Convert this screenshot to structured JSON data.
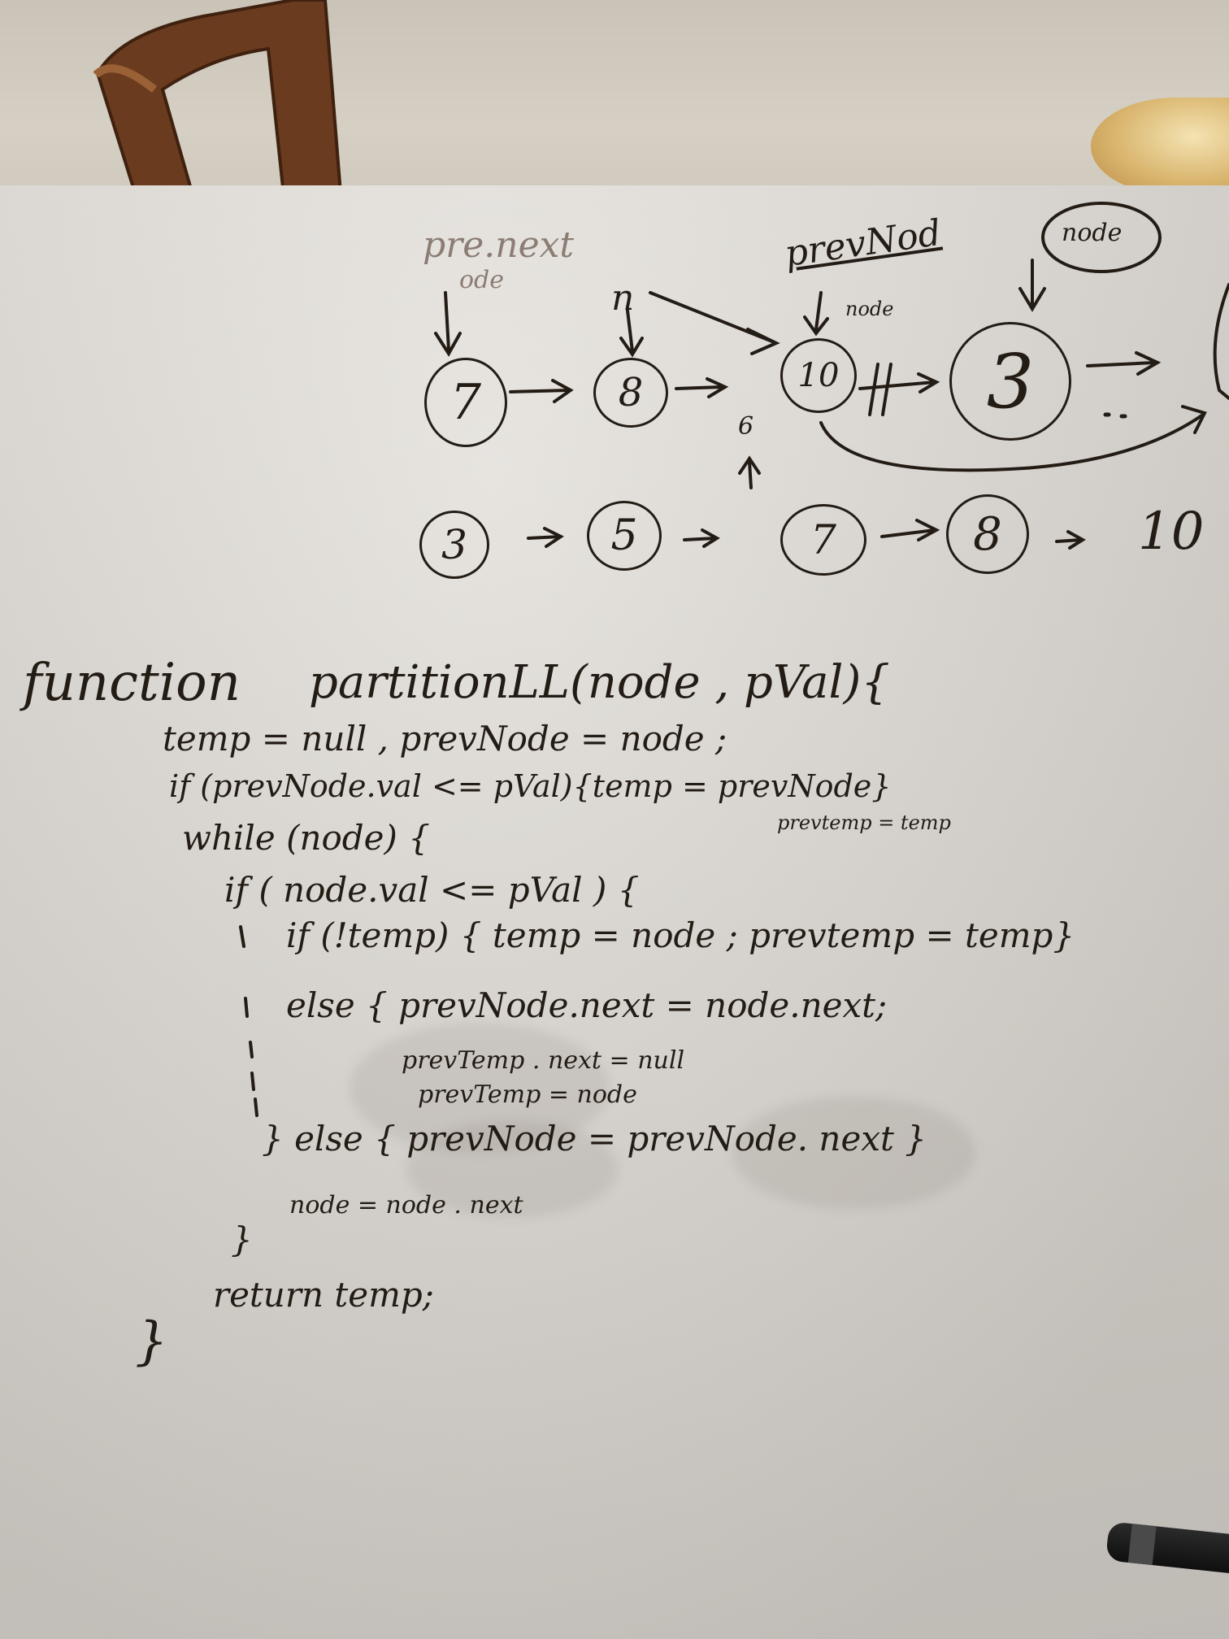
{
  "diagram": {
    "top_labels": {
      "faint_label": "pre.next",
      "faint_label_2": "ode",
      "n_label": "n",
      "prevnode_label": "prevNod",
      "node_label": "node",
      "node_small": "node"
    },
    "list_top": [
      "7",
      "8",
      "10",
      "3"
    ],
    "insert_value": "6",
    "list_bottom": [
      "3",
      "5",
      "7",
      "8",
      "10"
    ],
    "arrow": "→"
  },
  "code": {
    "line1_keyword": "function",
    "line1_rest": "partitionLL(node , pVal){",
    "line2": "temp = null , prevNode = node ;",
    "line3": "if (prevNode.val <= pVal){temp = prevNode}",
    "line3b": "prevtemp = temp",
    "line4": "while (node) {",
    "line5": "if ( node.val <= pVal ) {",
    "line6": "if (!temp) { temp = node ; prevtemp = temp}",
    "line7": "else { prevNode.next = node.next;",
    "line8": "prevTemp . next = null",
    "line9": "prevTemp = node",
    "line10": "} else { prevNode = prevNode. next }",
    "line11": "node = node . next",
    "line12": "}",
    "line13": "return temp;",
    "line14": "}"
  },
  "colors": {
    "ink": "#231c14",
    "board": "#dcd8d2"
  }
}
